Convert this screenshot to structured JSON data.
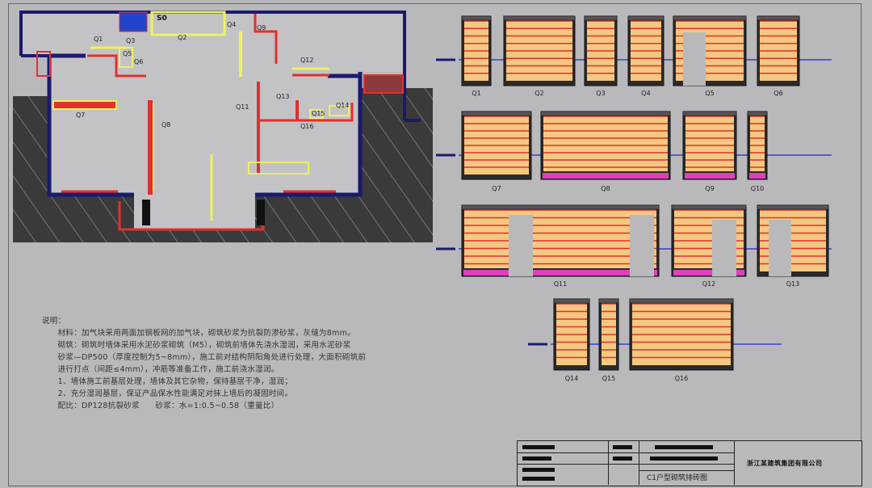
{
  "plan": {
    "wall_labels": [
      {
        "id": "S0",
        "text": "S0"
      },
      {
        "id": "Q1",
        "text": "Q1"
      },
      {
        "id": "Q2",
        "text": "Q2"
      },
      {
        "id": "Q3",
        "text": "Q3"
      },
      {
        "id": "Q4",
        "text": "Q4"
      },
      {
        "id": "Q5",
        "text": "Q5"
      },
      {
        "id": "Q6",
        "text": "Q6"
      },
      {
        "id": "Q7",
        "text": "Q7"
      },
      {
        "id": "Q8",
        "text": "Q8"
      },
      {
        "id": "Q9",
        "text": "Q9"
      },
      {
        "id": "Q11",
        "text": "Q11"
      },
      {
        "id": "Q12",
        "text": "Q12"
      },
      {
        "id": "Q13",
        "text": "Q13"
      },
      {
        "id": "Q14",
        "text": "Q14"
      },
      {
        "id": "Q15",
        "text": "Q15"
      },
      {
        "id": "Q16",
        "text": "Q16"
      }
    ]
  },
  "elevations": {
    "row1": [
      "Q1",
      "Q2",
      "Q3",
      "Q4",
      "Q5",
      "Q6"
    ],
    "row2": [
      "Q7",
      "Q8",
      "Q9",
      "Q10"
    ],
    "row3": [
      "Q11",
      "Q12",
      "Q13"
    ],
    "row4": [
      "Q14",
      "Q15",
      "Q16"
    ]
  },
  "notes": {
    "heading": "说明：",
    "lines": [
      "说明：",
      "　　材料：加气块采用两面加钢板网的加气块，砌筑砂浆为抗裂防渗砂浆，灰缝为8mm。",
      "　　砌筑：砌筑时墙体采用水泥砂浆砌筑（M5），砌筑前墙体先浇水湿润，采用水泥砂浆",
      "　　砂浆—DP500（厚度控制为5~8mm），施工前对结构阴阳角处进行处理，大面积砌筑前",
      "　　进行打点（间距≤4mm），冲筋等准备工作，施工前浇水湿润。",
      "　　1、墙体施工前基层处理，墙体及其它杂物，保持基层干净，湿润；",
      "　　2、充分湿润基层，保证产品保水性能满足对抹上墙后的凝固时间。",
      "　　配比：DP128抗裂砂浆　　砂浆：水=1:0.5~0.58（重量比）"
    ]
  },
  "title_block": {
    "drawing_title": "C1户型砌筑排砖图",
    "company": "浙江某建筑集团有限公司"
  },
  "colors": {
    "background": "#b9b9bb",
    "wall_dark": "#1a1a6e",
    "highlight_yellow": "#f0f060",
    "masonry_red": "#e03030",
    "block_fill": "#f4c880",
    "cap_pink": "#e040c0",
    "baseline_blue": "#2222dd",
    "ground_dark": "#3c3c3c"
  }
}
